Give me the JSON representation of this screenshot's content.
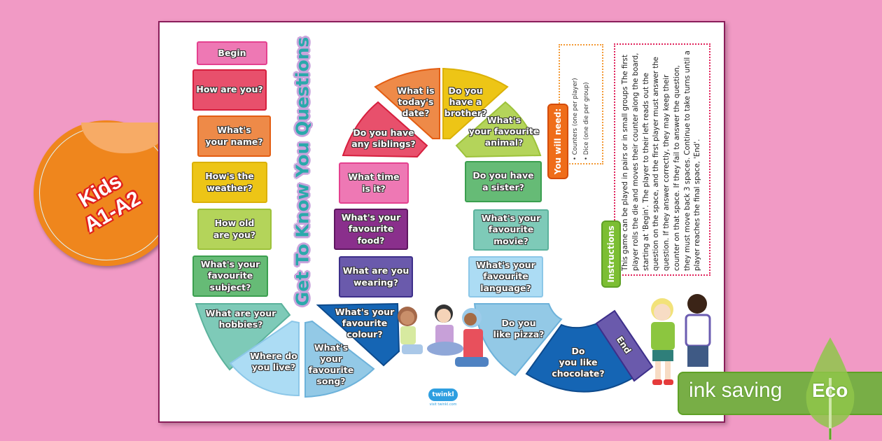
{
  "badge": {
    "line1": "Kids",
    "line2": "A1-A2",
    "color": "#ef861d"
  },
  "board": {
    "title": "Get To Know You Questions",
    "left_column": [
      {
        "label": "Begin",
        "color": "#ee78b4"
      },
      {
        "label": "How are you?",
        "color": "#e8506c"
      },
      {
        "label": "What's\nyour name?",
        "color": "#ee8a48"
      },
      {
        "label": "How's the\nweather?",
        "color": "#edc516"
      },
      {
        "label": "How old\nare you?",
        "color": "#b4d45a"
      },
      {
        "label": "What's your\nfavourite\nsubject?",
        "color": "#66bb76"
      }
    ],
    "bottom_left_arc": [
      {
        "label": "What are your\nhobbies?",
        "color": "#7ecab8"
      },
      {
        "label": "Where do\nyou live?",
        "color": "#acdcf4"
      },
      {
        "label": "What's\nyour\nfavourite\nsong?",
        "color": "#93c9e6"
      }
    ],
    "middle_column": [
      {
        "label": "What's your\nfavourite\ncolour?",
        "color": "#1565b4"
      },
      {
        "label": "What are you\nwearing?",
        "color": "#6a5aac"
      },
      {
        "label": "What's your\nfavourite food?",
        "color": "#8a2f8c"
      },
      {
        "label": "What time\nis it?",
        "color": "#ee78b4"
      }
    ],
    "top_arc": [
      {
        "label": "Do you have\nany siblings?",
        "color": "#e8506c"
      },
      {
        "label": "What is\ntoday's\ndate?",
        "color": "#ee8a48"
      },
      {
        "label": "Do you\nhave a\nbrother?",
        "color": "#edc516"
      },
      {
        "label": "What's\nyour favourite\nanimal?",
        "color": "#b4d45a"
      }
    ],
    "right_column": [
      {
        "label": "Do you have\na sister?",
        "color": "#66bb76"
      },
      {
        "label": "What's your\nfavourite\nmovie?",
        "color": "#7ecab8"
      },
      {
        "label": "What's your\nfavourite\nlanguage?",
        "color": "#acdcf4"
      }
    ],
    "bottom_right_arc": [
      {
        "label": "Do you\nlike pizza?",
        "color": "#93c9e6"
      },
      {
        "label": "Do\nyou like\nchocolate?",
        "color": "#1565b4"
      },
      {
        "label": "End",
        "color": "#6a5aac"
      }
    ]
  },
  "you_will_need": {
    "heading": "You will need:",
    "items": [
      "Counters (one per player)",
      "Dice (one die per group)"
    ]
  },
  "instructions": {
    "heading": "Instructions",
    "text": "This game can be played in pairs or in small groups The first player rolls the die and moves their counter along the board, starting at 'Begin'. The player to their left reads out the question on the space, and the first player must answer the question. If they answer correctly, they may keep their counter on that space. If they fail to answer the question, they must move back 3 spaces. Continue to take turns until a player reaches the final space, 'End'."
  },
  "brand": {
    "logo": "twinkl",
    "url": "visit twinkl.com"
  },
  "eco_banner": {
    "text": "ink saving",
    "eco": "Eco",
    "color": "#78ae46"
  }
}
